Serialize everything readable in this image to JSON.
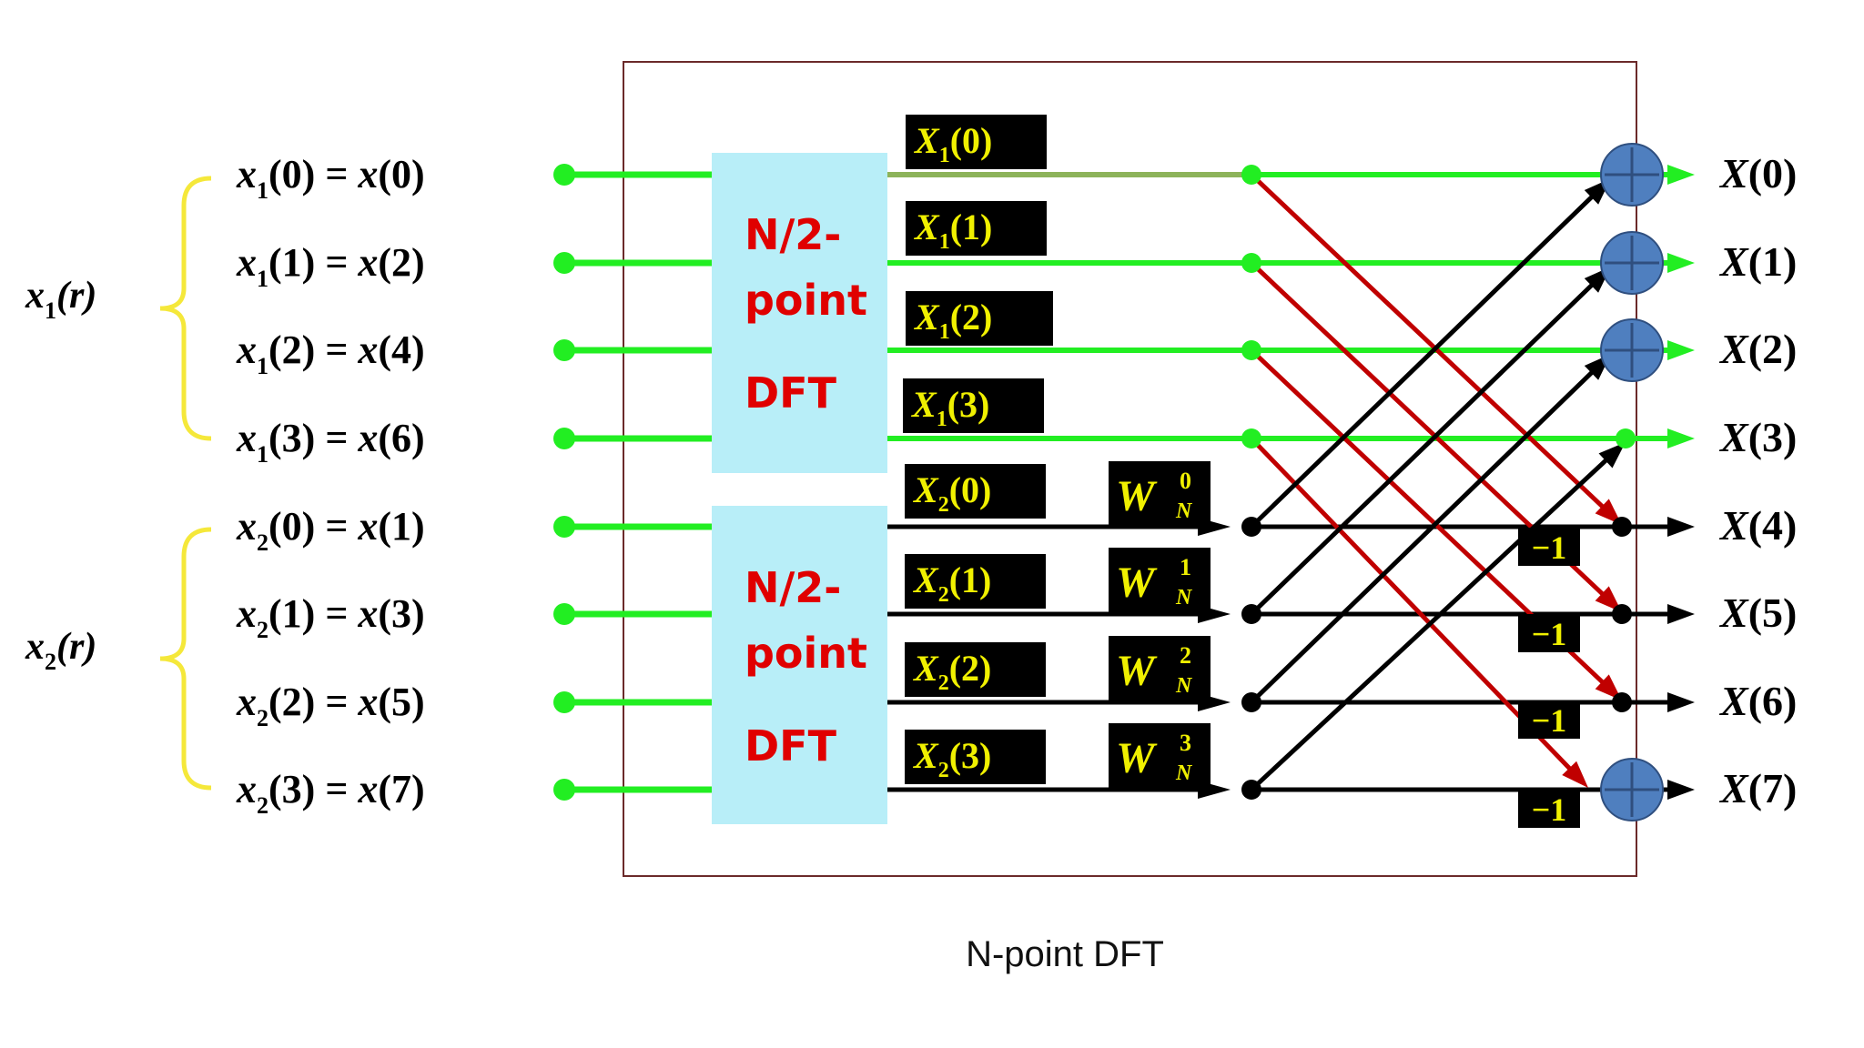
{
  "caption": "N-point DFT",
  "group_labels": {
    "x1": {
      "sym": "x",
      "sub": "1",
      "arg": "(r)"
    },
    "x2": {
      "sym": "x",
      "sub": "2",
      "arg": "(r)"
    }
  },
  "inputs": [
    {
      "sub": "1",
      "idx": "(0)",
      "rhs": "x",
      "rhs_idx": "(0)"
    },
    {
      "sub": "1",
      "idx": "(1)",
      "rhs": "x",
      "rhs_idx": "(2)"
    },
    {
      "sub": "1",
      "idx": "(2)",
      "rhs": "x",
      "rhs_idx": "(4)"
    },
    {
      "sub": "1",
      "idx": "(3)",
      "rhs": "x",
      "rhs_idx": "(6)"
    },
    {
      "sub": "2",
      "idx": "(0)",
      "rhs": "x",
      "rhs_idx": "(1)"
    },
    {
      "sub": "2",
      "idx": "(1)",
      "rhs": "x",
      "rhs_idx": "(3)"
    },
    {
      "sub": "2",
      "idx": "(2)",
      "rhs": "x",
      "rhs_idx": "(5)"
    },
    {
      "sub": "2",
      "idx": "(3)",
      "rhs": "x",
      "rhs_idx": "(7)"
    }
  ],
  "blocks": [
    {
      "line1": "N/2-",
      "line2": "point",
      "line3": "DFT"
    },
    {
      "line1": "N/2-",
      "line2": "point",
      "line3": "DFT"
    }
  ],
  "intermediate": [
    {
      "sym": "X",
      "sub": "1",
      "idx": "(0)"
    },
    {
      "sym": "X",
      "sub": "1",
      "idx": "(1)"
    },
    {
      "sym": "X",
      "sub": "1",
      "idx": "(2)"
    },
    {
      "sym": "X",
      "sub": "1",
      "idx": "(3)"
    },
    {
      "sym": "X",
      "sub": "2",
      "idx": "(0)"
    },
    {
      "sym": "X",
      "sub": "2",
      "idx": "(1)"
    },
    {
      "sym": "X",
      "sub": "2",
      "idx": "(2)"
    },
    {
      "sym": "X",
      "sub": "2",
      "idx": "(3)"
    }
  ],
  "twiddles": [
    {
      "sym": "W",
      "sub": "N",
      "sup": "0"
    },
    {
      "sym": "W",
      "sub": "N",
      "sup": "1"
    },
    {
      "sym": "W",
      "sub": "N",
      "sup": "2"
    },
    {
      "sym": "W",
      "sub": "N",
      "sup": "3"
    }
  ],
  "minus_labels": [
    "−1",
    "−1",
    "−1",
    "−1"
  ],
  "outputs": [
    {
      "sym": "X",
      "idx": "(0)"
    },
    {
      "sym": "X",
      "idx": "(1)"
    },
    {
      "sym": "X",
      "idx": "(2)"
    },
    {
      "sym": "X",
      "idx": "(3)"
    },
    {
      "sym": "X",
      "idx": "(4)"
    },
    {
      "sym": "X",
      "idx": "(5)"
    },
    {
      "sym": "X",
      "idx": "(6)"
    },
    {
      "sym": "X",
      "idx": "(7)"
    }
  ],
  "colors": {
    "green": "#22ee22",
    "olive": "#8db35a",
    "black": "#000000",
    "red": "#c00000",
    "block_fill": "#b8eef8",
    "block_text": "#e00000",
    "label_bg": "#000000",
    "label_text": "#f0f000",
    "brace": "#f5e83a",
    "frame": "#6b2a2a",
    "adder": "#4f7fbf"
  }
}
